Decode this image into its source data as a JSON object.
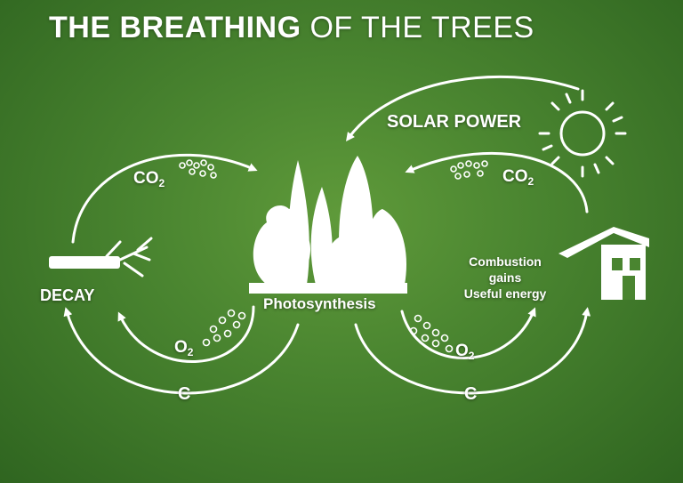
{
  "title": {
    "bold": "THE BREATHING",
    "light": "OF THE TREES"
  },
  "labels": {
    "solar_power": "SOLAR POWER",
    "decay": "DECAY",
    "photosynthesis": "Photosynthesis",
    "combustion_line1": "Combustion",
    "combustion_line2": "gains",
    "combustion_line3": "Useful energy",
    "co2_left": "CO",
    "co2_left_sub": "2",
    "co2_right": "CO",
    "co2_right_sub": "2",
    "o2_left": "O",
    "o2_left_sub": "2",
    "o2_right": "O",
    "o2_right_sub": "2",
    "c_left": "C",
    "c_right": "C"
  },
  "colors": {
    "background": "#4a8530",
    "foreground": "#ffffff"
  },
  "icons": [
    "sun-icon",
    "house-icon",
    "trees-icon",
    "fallen-log-icon",
    "bubbles-icon"
  ]
}
